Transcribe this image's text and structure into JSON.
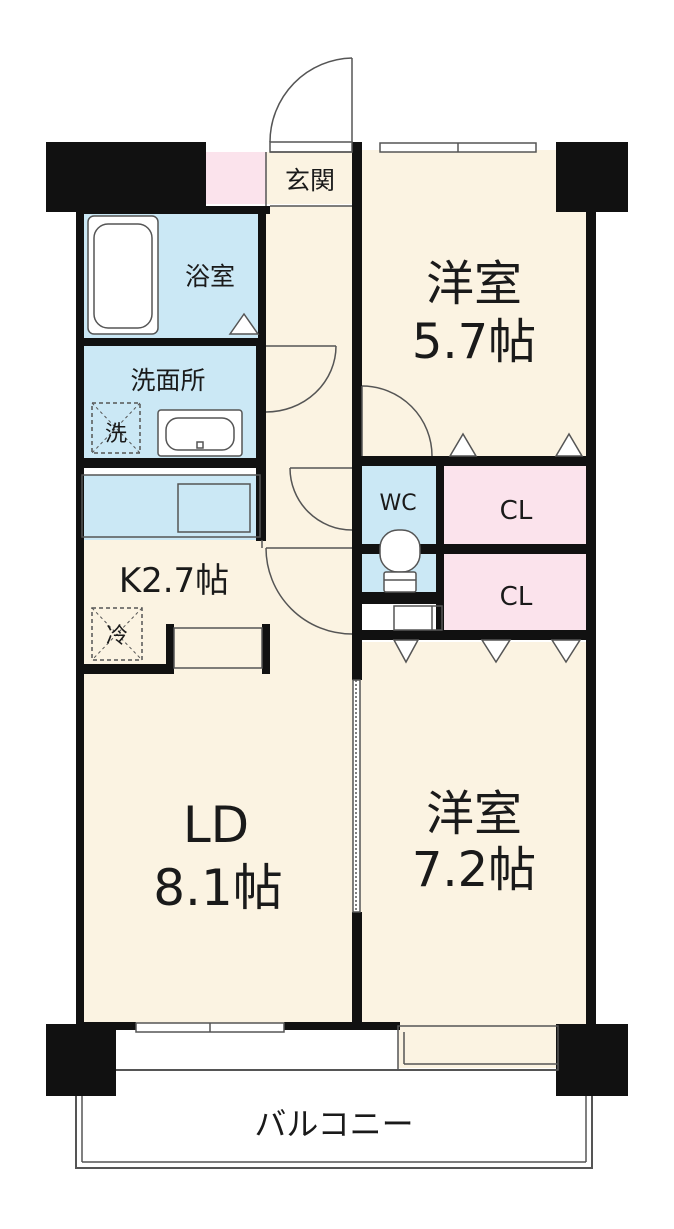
{
  "colors": {
    "room_fill": "#fbf3e2",
    "wet_fill": "#cbe8f5",
    "closet_fill": "#fbe3ec",
    "genkan_fill": "#fbe3ec",
    "wall": "#111111",
    "line": "#555555"
  },
  "rooms": {
    "genkan": "玄関",
    "bath": "浴室",
    "washroom": "洗面所",
    "washer": "洗",
    "fridge": "冷",
    "kitchen": "K2.7帖",
    "wc": "WC",
    "cl_upper": "CL",
    "cl_lower": "CL",
    "balcony": "バルコニー"
  },
  "room_western_1": {
    "name": "洋室",
    "size": "5.7帖"
  },
  "room_western_2": {
    "name": "洋室",
    "size": "7.2帖"
  },
  "room_ld": {
    "name": "LD",
    "size": "8.1帖"
  }
}
